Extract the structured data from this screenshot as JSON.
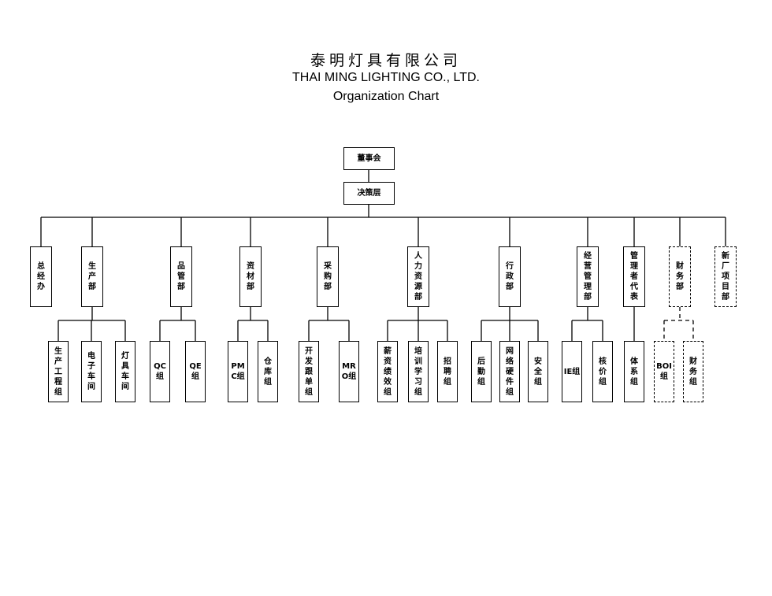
{
  "header": {
    "title_cn": "泰明灯具有限公司",
    "title_en": "THAI MING LIGHTING CO., LTD.",
    "subtitle": "Organization Chart"
  },
  "top_nodes": {
    "board": "董事会",
    "decision": "决策层"
  },
  "departments": [
    {
      "label": "总经办",
      "style": "solid",
      "children": []
    },
    {
      "label": "生产部",
      "style": "solid",
      "children": [
        {
          "label": "生产工程组"
        },
        {
          "label": "电子车间"
        },
        {
          "label": "灯具车间"
        }
      ]
    },
    {
      "label": "品管部",
      "style": "solid",
      "children": [
        {
          "label": "QC组"
        },
        {
          "label": "QE组"
        }
      ]
    },
    {
      "label": "资材部",
      "style": "solid",
      "children": [
        {
          "label": "PMC组"
        },
        {
          "label": "仓库组"
        }
      ]
    },
    {
      "label": "采购部",
      "style": "solid",
      "children": [
        {
          "label": "开发跟单组"
        },
        {
          "label": "MRO组"
        }
      ]
    },
    {
      "label": "人力资源部",
      "style": "solid",
      "children": [
        {
          "label": "薪资绩效组"
        },
        {
          "label": "培训学习组"
        },
        {
          "label": "招聘组"
        }
      ]
    },
    {
      "label": "行政部",
      "style": "solid",
      "children": [
        {
          "label": "后勤组"
        },
        {
          "label": "网络硬件组"
        },
        {
          "label": "安全组"
        }
      ]
    },
    {
      "label": "经营管理部",
      "style": "solid",
      "children": [
        {
          "label": "IE组"
        },
        {
          "label": "核价组"
        }
      ]
    },
    {
      "label": "管理者代表",
      "style": "solid",
      "children": [
        {
          "label": "体系组"
        }
      ]
    },
    {
      "label": "财务部",
      "style": "dashed",
      "children": [
        {
          "label": "BOI组"
        },
        {
          "label": "财务组"
        }
      ]
    },
    {
      "label": "新厂项目部",
      "style": "dashed",
      "children": []
    }
  ]
}
